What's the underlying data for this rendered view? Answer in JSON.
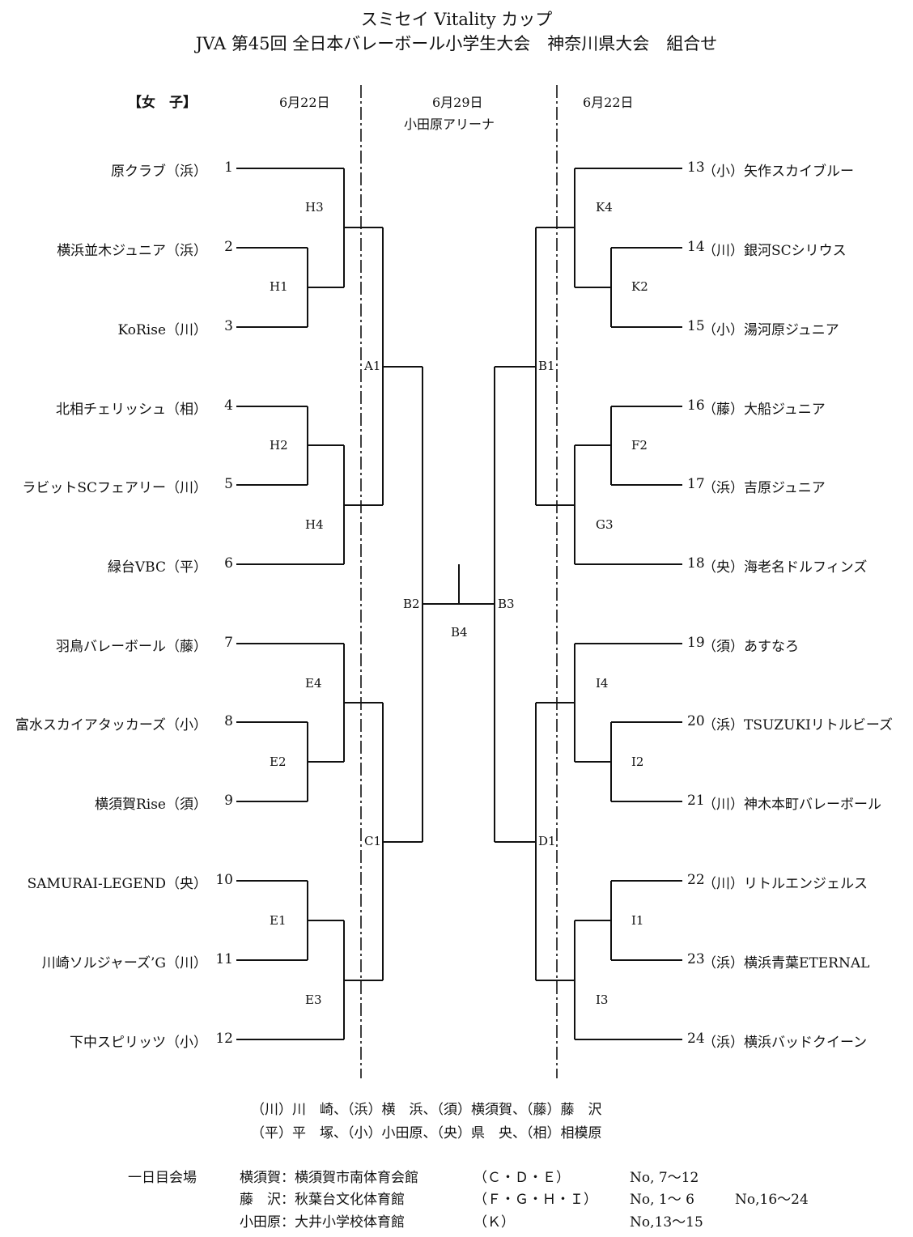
{
  "title_line1": "スミセイ Vitality カップ",
  "title_line2": "JVA 第45回 全日本バレーボール小学生大会　神奈川県大会　組合せ",
  "division": "【女　子】",
  "date_left": "6月22日",
  "date_center": "6月29日",
  "venue_center": "小田原アリーナ",
  "date_right": "6月22日",
  "left_teams": [
    {
      "name": "原クラブ（浜）",
      "num": "1"
    },
    {
      "name": "横浜並木ジュニア（浜）",
      "num": "2"
    },
    {
      "name": "KoRise（川）",
      "num": "3"
    },
    {
      "name": "北相チェリッシュ（相）",
      "num": "4"
    },
    {
      "name": "ラビットSCフェアリー（川）",
      "num": "5"
    },
    {
      "name": "緑台VBC（平）",
      "num": "6"
    },
    {
      "name": "羽鳥バレーボール（藤）",
      "num": "7"
    },
    {
      "name": "富水スカイアタッカーズ（小）",
      "num": "8"
    },
    {
      "name": "横須賀Rise（須）",
      "num": "9"
    },
    {
      "name": "SAMURAI-LEGEND（央）",
      "num": "10"
    },
    {
      "name": "川崎ソルジャーズ’G（川）",
      "num": "11"
    },
    {
      "name": "下中スピリッツ（小）",
      "num": "12"
    }
  ],
  "right_teams": [
    {
      "num": "13",
      "name": "（小）矢作スカイブルー"
    },
    {
      "num": "14",
      "name": "（川）銀河SCシリウス"
    },
    {
      "num": "15",
      "name": "（小）湯河原ジュニア"
    },
    {
      "num": "16",
      "name": "（藤）大船ジュニア"
    },
    {
      "num": "17",
      "name": "（浜）吉原ジュニア"
    },
    {
      "num": "18",
      "name": "（央）海老名ドルフィンズ"
    },
    {
      "num": "19",
      "name": "（須）あすなろ"
    },
    {
      "num": "20",
      "name": "（浜）TSUZUKIリトルビーズ"
    },
    {
      "num": "21",
      "name": "（川）神木本町バレーボール"
    },
    {
      "num": "22",
      "name": "（川）リトルエンジェルス"
    },
    {
      "num": "23",
      "name": "（浜）横浜青葉ETERNAL"
    },
    {
      "num": "24",
      "name": "（浜）横浜バッドクイーン"
    }
  ],
  "match_labels": {
    "H3": "H3",
    "H1": "H1",
    "H2": "H2",
    "H4": "H4",
    "E4": "E4",
    "E2": "E2",
    "E1": "E1",
    "E3": "E3",
    "A1": "A1",
    "C1": "C1",
    "B2": "B2",
    "B4": "B4",
    "B3": "B3",
    "B1": "B1",
    "D1": "D1",
    "K4": "K4",
    "K2": "K2",
    "F2": "F2",
    "G3": "G3",
    "I4": "I4",
    "I2": "I2",
    "I1": "I1",
    "I3": "I3"
  },
  "legend_line1": "（川）川　崎、（浜）横　浜、（須）横須賀、（藤）藤　沢",
  "legend_line2": "（平）平　塚、（小）小田原、（央）県　央、（相）相模原",
  "venues_heading": "一日目会場",
  "venues": [
    {
      "city": "横須賀：横須賀市南体育会館",
      "courts": "（Ｃ・Ｄ・Ｅ）",
      "nums": "No, 7〜12",
      "nums2": ""
    },
    {
      "city": "藤　沢：秋葉台文化体育館",
      "courts": "（Ｆ・Ｇ・Ｈ・Ｉ）",
      "nums": "No, 1〜 6",
      "nums2": "No,16〜24"
    },
    {
      "city": "小田原：大井小学校体育館",
      "courts": "（Ｋ）",
      "nums": "No,13〜15",
      "nums2": ""
    }
  ]
}
